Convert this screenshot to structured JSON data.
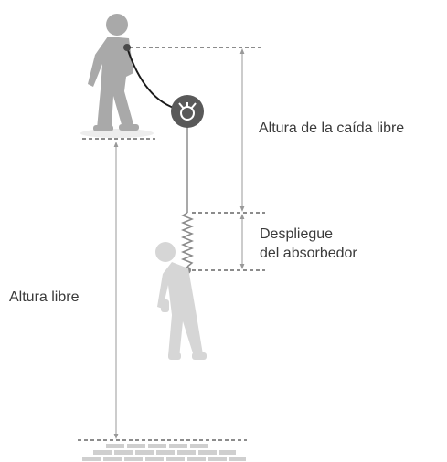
{
  "labels": {
    "free_fall_height": "Altura de la caída libre",
    "absorber_deployment_line1": "Despliegue",
    "absorber_deployment_line2": "del absorbedor",
    "clearance_height": "Altura libre"
  },
  "colors": {
    "worker_top": "#a9a9a9",
    "worker_falling": "#d6d6d6",
    "anchor_device": "#595959",
    "lanyard": "#1a1a1a",
    "dimension_lines": "#999999",
    "dashed_lines": "#1a1a1a",
    "bricks": "#cfcfcf",
    "text": "#3a3a3a"
  },
  "icons": {
    "anchor_device": "self-retracting-lifeline-icon",
    "worker_standing": "worker-standing-figure",
    "worker_falling": "worker-falling-figure",
    "ground": "brick-ground-icon"
  }
}
